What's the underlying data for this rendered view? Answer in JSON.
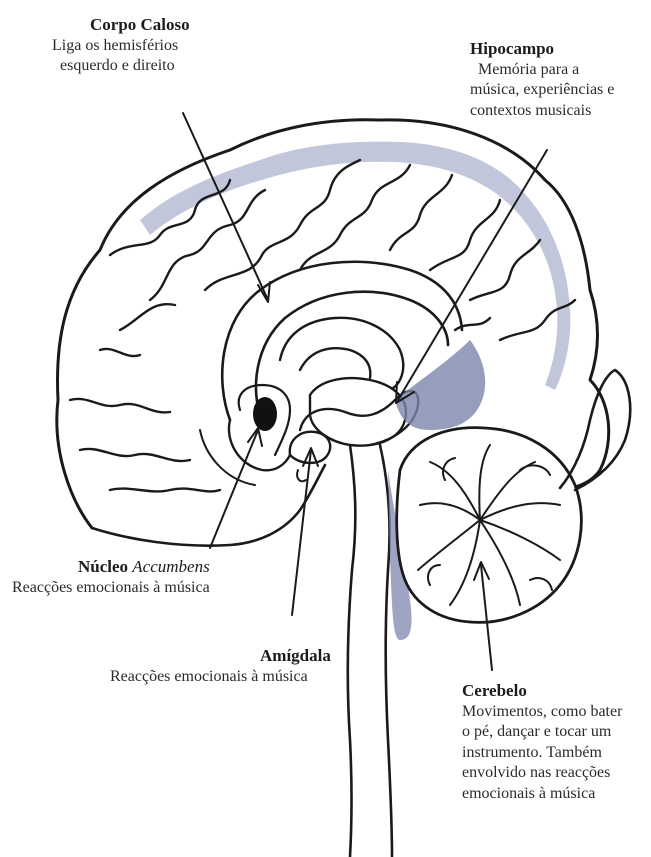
{
  "colors": {
    "ink": "#1a1a1a",
    "shade": "#7d86ad",
    "paper": "#ffffff"
  },
  "labels": {
    "corpo_caloso": {
      "title": "Corpo Caloso",
      "lines": [
        "Liga os hemisférios",
        "esquerdo e direito"
      ]
    },
    "hipocampo": {
      "title": "Hipocampo",
      "lines": [
        "Memória para a",
        "música, experiências e",
        "contextos musicais"
      ]
    },
    "nucleo_accumbens": {
      "title_plain": "Núcleo ",
      "title_italic": "Accumbens",
      "lines": [
        "Reacções emocionais à música"
      ]
    },
    "amigdala": {
      "title": "Amígdala",
      "lines": [
        "Reacções emocionais à música"
      ]
    },
    "cerebelo": {
      "title": "Cerebelo",
      "lines": [
        "Movimentos, como bater",
        "o pé, dançar e tocar um",
        "instrumento. Também",
        "envolvido nas reacções",
        "emocionais à música"
      ]
    }
  }
}
